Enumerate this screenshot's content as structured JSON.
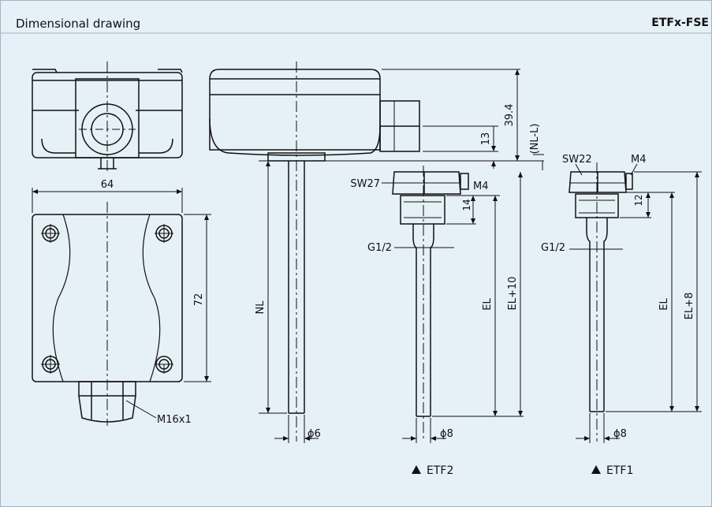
{
  "header": {
    "title": "Dimensional drawing",
    "product_code": "ETFx-FSE"
  },
  "dimensions": {
    "width": "64",
    "height": "72",
    "cable_gland": "M16x1",
    "total_height": "39.4",
    "lid_step": "13",
    "nl_minus_l": "(NL-L)",
    "nl": "NL",
    "diameter_6": "ϕ6",
    "etf2_sw": "SW27",
    "etf2_m": "M4",
    "etf2_thread_len": "14",
    "etf2_thread": "G1/2",
    "etf2_el": "EL",
    "etf2_el_total": "EL+10",
    "etf2_diameter": "ϕ8",
    "etf1_sw": "SW22",
    "etf1_m": "M4",
    "etf1_thread_len": "12",
    "etf1_thread": "G1/2",
    "etf1_el": "EL",
    "etf1_el_total": "EL+8",
    "etf1_diameter": "ϕ8"
  },
  "variants": {
    "etf2": "ETF2",
    "etf1": "ETF1"
  }
}
